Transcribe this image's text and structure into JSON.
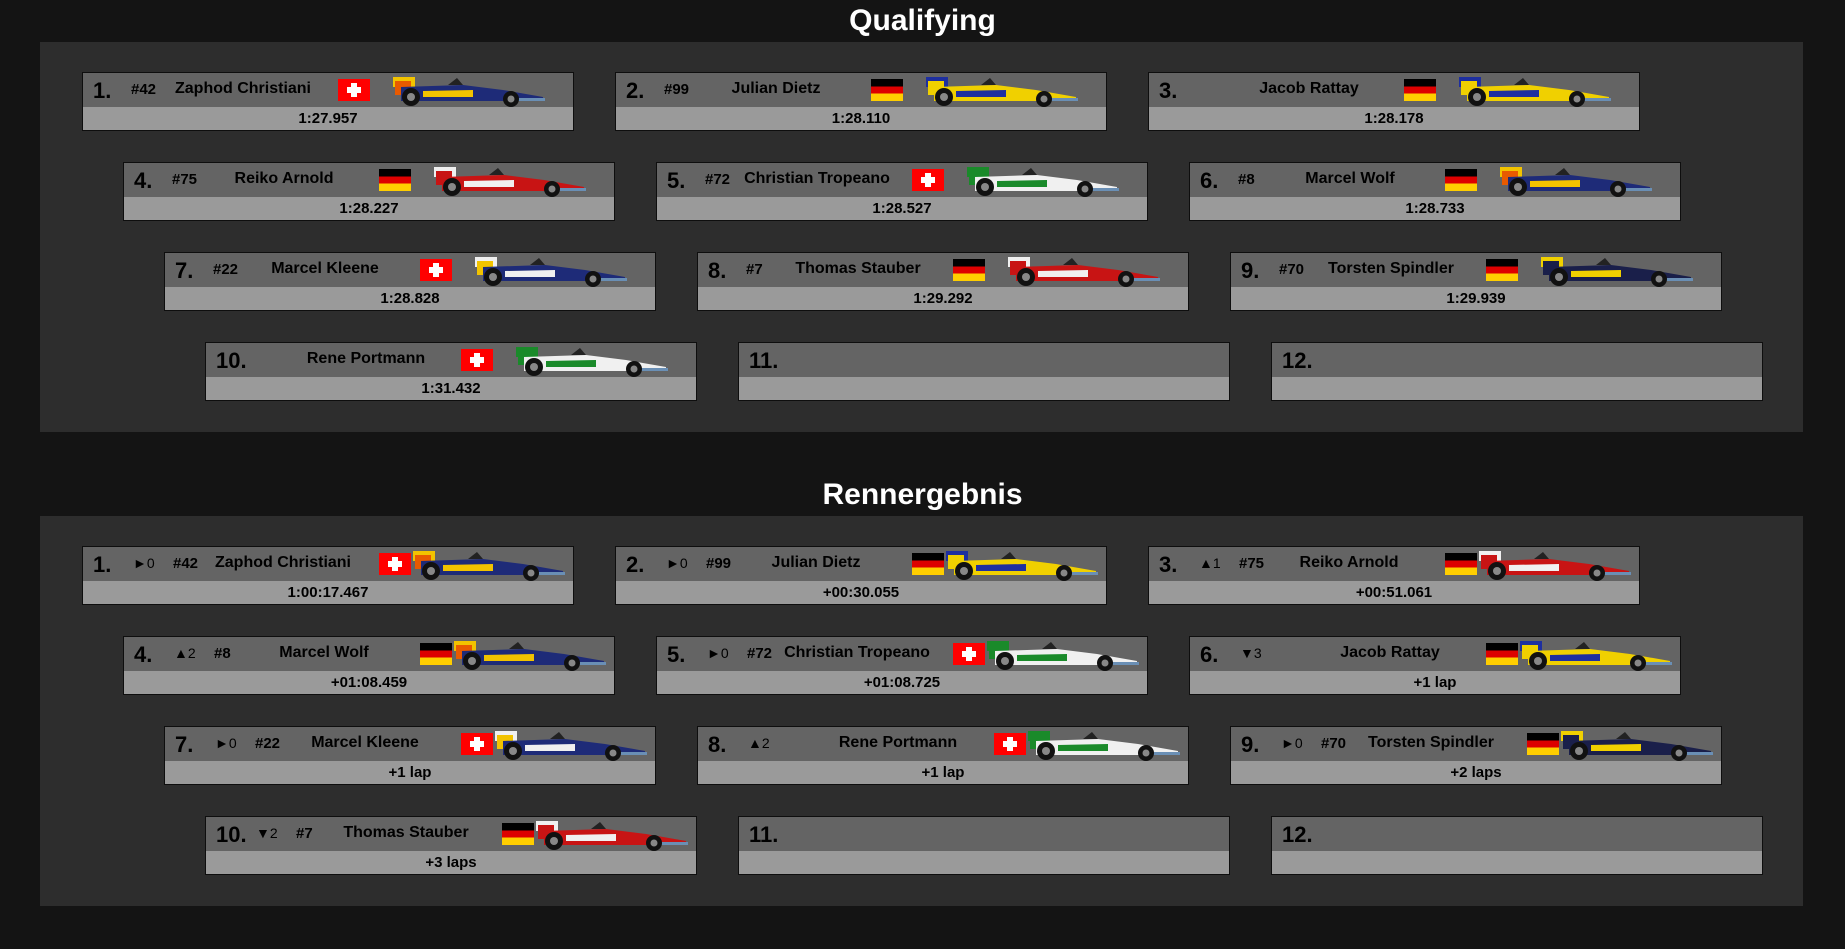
{
  "sections": [
    {
      "title": "Qualifying",
      "entries": [
        {
          "pos": "1.",
          "num": "#42",
          "name": "Zaphod Christiani",
          "flag": "CH",
          "result": "1:27.957",
          "car": {
            "body": "#1e2b78",
            "accent": "#f2c300",
            "nose": "#e85a00"
          }
        },
        {
          "pos": "2.",
          "num": "#99",
          "name": "Julian Dietz",
          "flag": "DE",
          "result": "1:28.110",
          "car": {
            "body": "#f0d000",
            "accent": "#1e2fa0",
            "nose": "#f0d000"
          }
        },
        {
          "pos": "3.",
          "num": "",
          "name": "Jacob Rattay",
          "flag": "DE",
          "result": "1:28.178",
          "car": {
            "body": "#f0d000",
            "accent": "#1e2fa0",
            "nose": "#f0d000"
          }
        },
        {
          "pos": "4.",
          "num": "#75",
          "name": "Reiko Arnold",
          "flag": "DE",
          "result": "1:28.227",
          "car": {
            "body": "#c81414",
            "accent": "#f0f0f0",
            "nose": "#c81414"
          }
        },
        {
          "pos": "5.",
          "num": "#72",
          "name": "Christian Tropeano",
          "flag": "CH",
          "result": "1:28.527",
          "car": {
            "body": "#f0f0f0",
            "accent": "#1a8a2a",
            "nose": "#1a8a2a"
          }
        },
        {
          "pos": "6.",
          "num": "#8",
          "name": "Marcel Wolf",
          "flag": "DE",
          "result": "1:28.733",
          "car": {
            "body": "#1e2b78",
            "accent": "#f2c300",
            "nose": "#e85a00"
          }
        },
        {
          "pos": "7.",
          "num": "#22",
          "name": "Marcel Kleene",
          "flag": "CH",
          "result": "1:28.828",
          "car": {
            "body": "#1e2b78",
            "accent": "#f0f0f0",
            "nose": "#f2c300"
          }
        },
        {
          "pos": "8.",
          "num": "#7",
          "name": "Thomas Stauber",
          "flag": "DE",
          "result": "1:29.292",
          "car": {
            "body": "#c81414",
            "accent": "#f0f0f0",
            "nose": "#c81414"
          }
        },
        {
          "pos": "9.",
          "num": "#70",
          "name": "Torsten Spindler",
          "flag": "DE",
          "result": "1:29.939",
          "car": {
            "body": "#1a1f4a",
            "accent": "#f0d000",
            "nose": "#1a1f4a"
          }
        },
        {
          "pos": "10.",
          "num": "",
          "name": "Rene Portmann",
          "flag": "CH",
          "result": "1:31.432",
          "car": {
            "body": "#f0f0f0",
            "accent": "#1a8a2a",
            "nose": "#1a8a2a"
          }
        },
        {
          "pos": "11.",
          "num": "",
          "name": "",
          "flag": "",
          "result": "",
          "car": null
        },
        {
          "pos": "12.",
          "num": "",
          "name": "",
          "flag": "",
          "result": "",
          "car": null
        }
      ]
    },
    {
      "title": "Rennergebnis",
      "entries": [
        {
          "pos": "1.",
          "delta": "►0",
          "num": "#42",
          "name": "Zaphod Christiani",
          "flag": "CH",
          "result": "1:00:17.467",
          "car": {
            "body": "#1e2b78",
            "accent": "#f2c300",
            "nose": "#e85a00"
          }
        },
        {
          "pos": "2.",
          "delta": "►0",
          "num": "#99",
          "name": "Julian Dietz",
          "flag": "DE",
          "result": "+00:30.055",
          "car": {
            "body": "#f0d000",
            "accent": "#1e2fa0",
            "nose": "#f0d000"
          }
        },
        {
          "pos": "3.",
          "delta": "▲1",
          "num": "#75",
          "name": "Reiko Arnold",
          "flag": "DE",
          "result": "+00:51.061",
          "car": {
            "body": "#c81414",
            "accent": "#f0f0f0",
            "nose": "#c81414"
          }
        },
        {
          "pos": "4.",
          "delta": "▲2",
          "num": "#8",
          "name": "Marcel Wolf",
          "flag": "DE",
          "result": "+01:08.459",
          "car": {
            "body": "#1e2b78",
            "accent": "#f2c300",
            "nose": "#e85a00"
          }
        },
        {
          "pos": "5.",
          "delta": "►0",
          "num": "#72",
          "name": "Christian Tropeano",
          "flag": "CH",
          "result": "+01:08.725",
          "car": {
            "body": "#f0f0f0",
            "accent": "#1a8a2a",
            "nose": "#1a8a2a"
          }
        },
        {
          "pos": "6.",
          "delta": "▼3",
          "num": "",
          "name": "Jacob Rattay",
          "flag": "DE",
          "result": "+1 lap",
          "car": {
            "body": "#f0d000",
            "accent": "#1e2fa0",
            "nose": "#f0d000"
          }
        },
        {
          "pos": "7.",
          "delta": "►0",
          "num": "#22",
          "name": "Marcel Kleene",
          "flag": "CH",
          "result": "+1 lap",
          "car": {
            "body": "#1e2b78",
            "accent": "#f0f0f0",
            "nose": "#f2c300"
          }
        },
        {
          "pos": "8.",
          "delta": "▲2",
          "num": "",
          "name": "Rene Portmann",
          "flag": "CH",
          "result": "+1 lap",
          "car": {
            "body": "#f0f0f0",
            "accent": "#1a8a2a",
            "nose": "#1a8a2a"
          }
        },
        {
          "pos": "9.",
          "delta": "►0",
          "num": "#70",
          "name": "Torsten Spindler",
          "flag": "DE",
          "result": "+2 laps",
          "car": {
            "body": "#1a1f4a",
            "accent": "#f0d000",
            "nose": "#1a1f4a"
          }
        },
        {
          "pos": "10.",
          "delta": "▼2",
          "num": "#7",
          "name": "Thomas Stauber",
          "flag": "DE",
          "result": "+3 laps",
          "car": {
            "body": "#c81414",
            "accent": "#f0f0f0",
            "nose": "#c81414"
          }
        },
        {
          "pos": "11.",
          "delta": "",
          "num": "",
          "name": "",
          "flag": "",
          "result": "",
          "car": null
        },
        {
          "pos": "12.",
          "delta": "",
          "num": "",
          "name": "",
          "flag": "",
          "result": "",
          "car": null
        }
      ]
    }
  ]
}
